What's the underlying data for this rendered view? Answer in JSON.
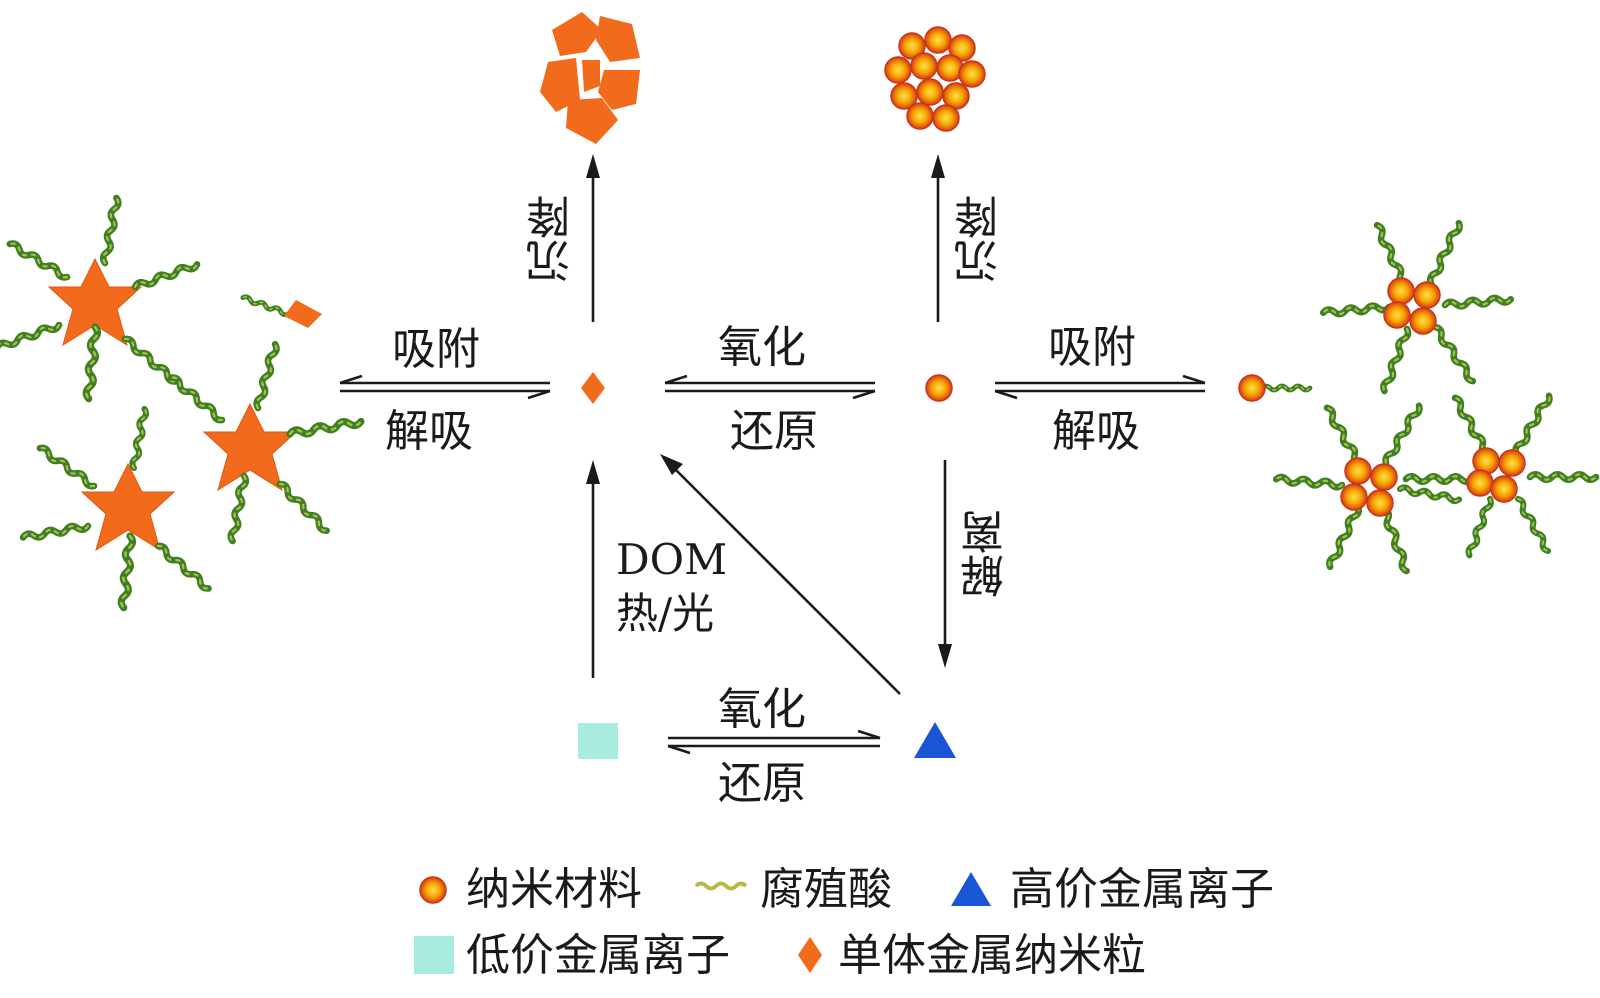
{
  "reactions": {
    "adsorb_left": "吸附",
    "desorb_left": "解吸",
    "oxidize_top": "氧化",
    "reduce_top": "还原",
    "adsorb_right": "吸附",
    "desorb_right": "解吸",
    "sediment_left": "沉降",
    "sediment_right": "沉降",
    "dissociate": "解离",
    "dom": "DOM",
    "heat_light": "热/光",
    "oxidize_bottom": "氧化",
    "reduce_bottom": "还原"
  },
  "legend": [
    {
      "label": "纳米材料",
      "icon": "nanomaterial-sphere-icon"
    },
    {
      "label": "腐殖酸",
      "icon": "humic-acid-wave-icon"
    },
    {
      "label": "高价金属离子",
      "icon": "blue-triangle-icon"
    },
    {
      "label": "低价金属离子",
      "icon": "cyan-square-icon"
    },
    {
      "label": "单体金属纳米粒",
      "icon": "orange-diamond-icon"
    }
  ],
  "colors": {
    "orange": "#f26a1b",
    "sphere_core": "#f5b400",
    "sphere_rim": "#e0401a",
    "humic_green": "#4a8a2a",
    "humic_light": "#a9c23f",
    "blue": "#1a55d6",
    "cyan": "#a8ece0"
  }
}
